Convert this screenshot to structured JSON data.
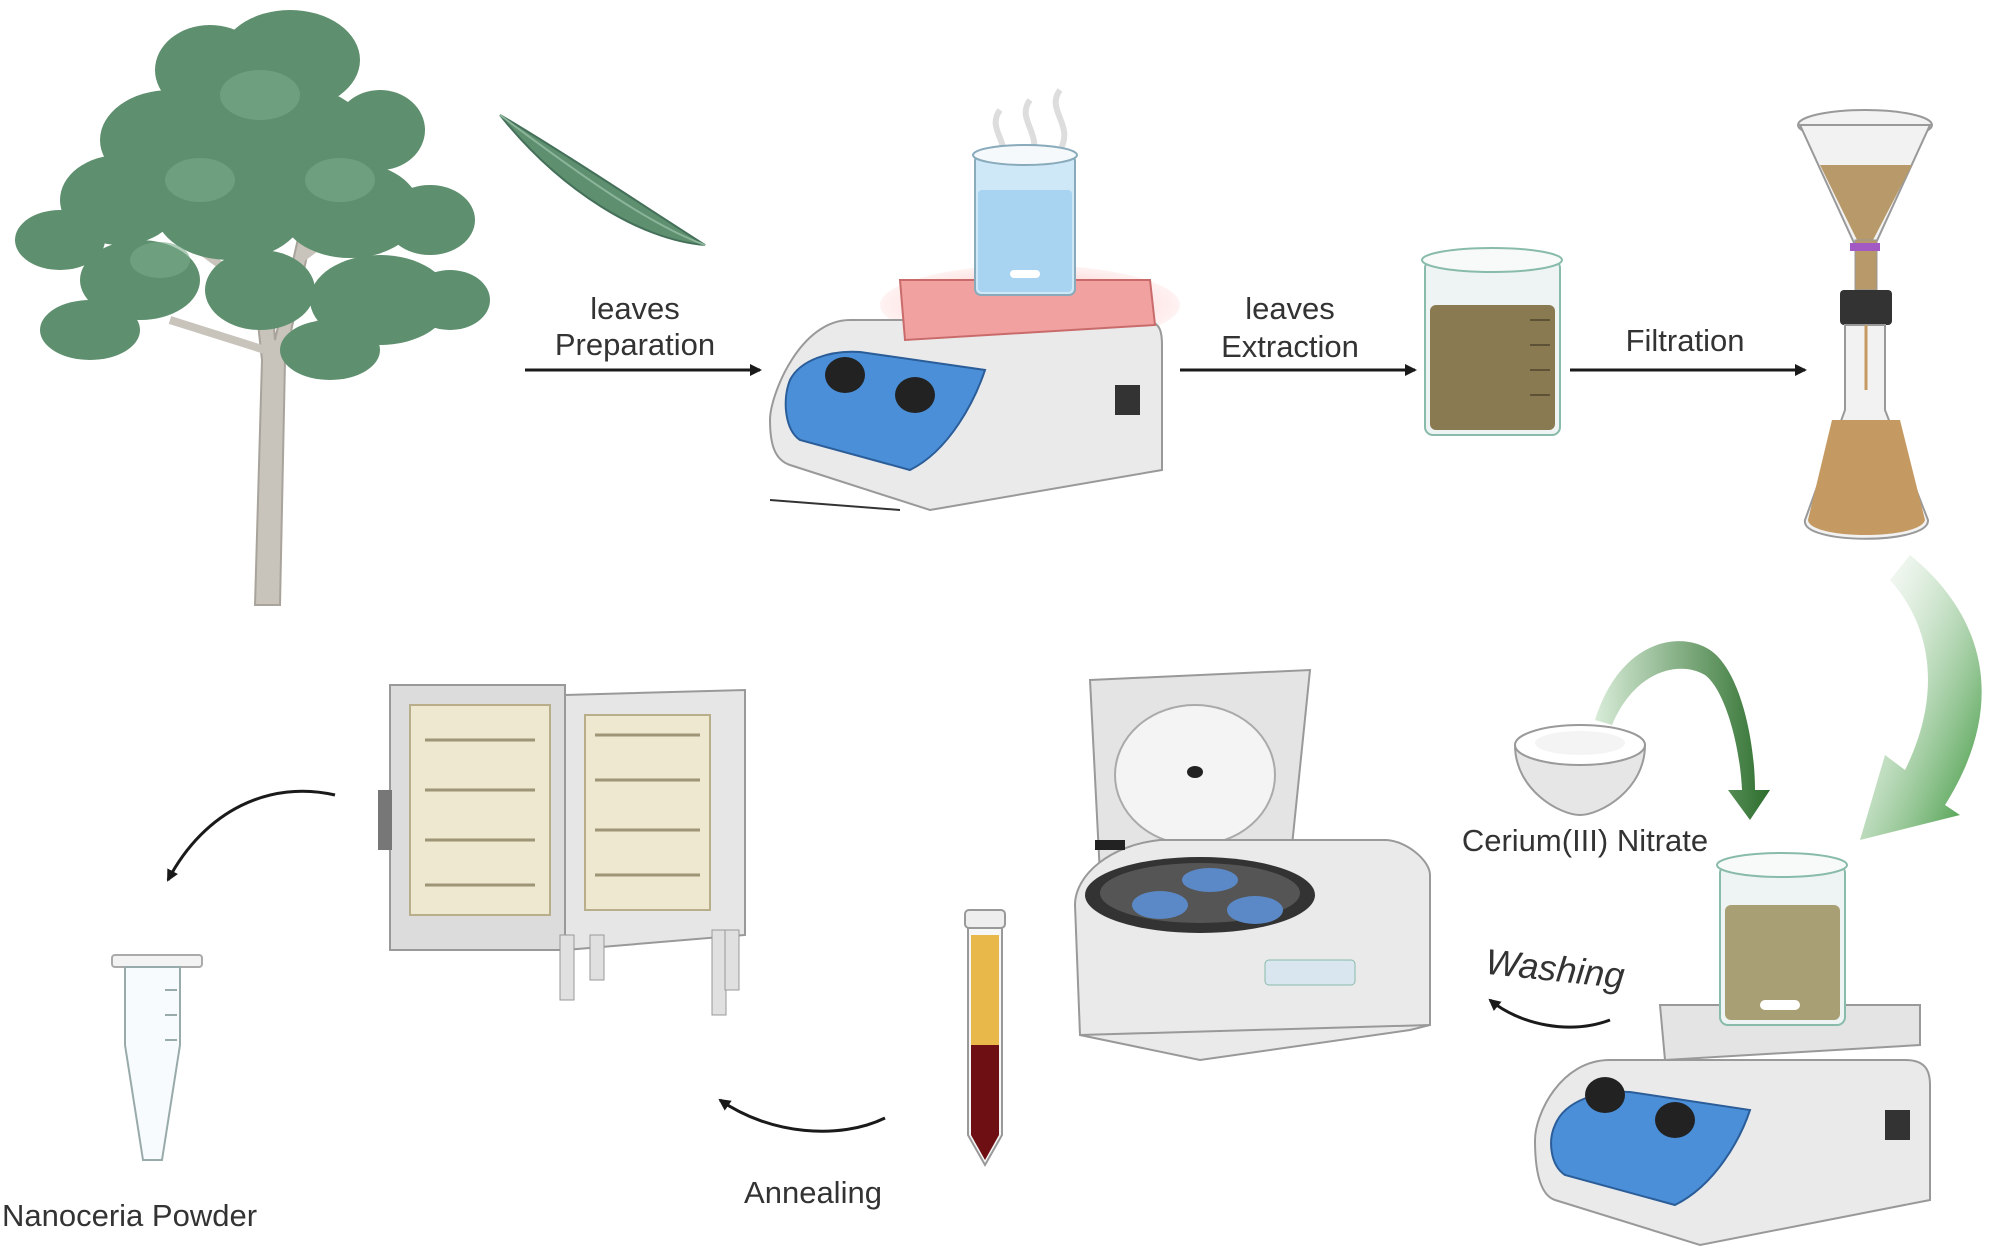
{
  "steps": {
    "leaves_preparation": {
      "line1": "leaves",
      "line2": "Preparation"
    },
    "leaves_extraction": {
      "line1": "leaves",
      "line2": "Extraction"
    },
    "filtration": "Filtration",
    "cerium_nitrate": "Cerium(III) Nitrate",
    "washing": "Washing",
    "annealing": "Annealing",
    "nanoceria_powder": "Nanoceria Powder"
  },
  "colors": {
    "tree_foliage": "#5e8f6e",
    "tree_trunk": "#c8c3bb",
    "hotplate_top_heated": "#f2a1a1",
    "hotplate_panel": "#4a8fd8",
    "extract": "#8a7a52",
    "filtrate": "#c59a62",
    "green_arrow": "#3a9a3a",
    "blood_red_sample": "#6e0f14",
    "oven_interior": "#efe8d0",
    "arrow_black": "#1a1a1a"
  },
  "icons": [
    "tree-icon",
    "leaf-icon",
    "hotplate-beaker-icon",
    "extract-beaker-icon",
    "filtration-flask-icon",
    "cerium-nitrate-bowl-icon",
    "stirrer-beaker-icon",
    "centrifuge-icon",
    "sample-tube-icon",
    "oven-icon",
    "microtube-icon"
  ]
}
